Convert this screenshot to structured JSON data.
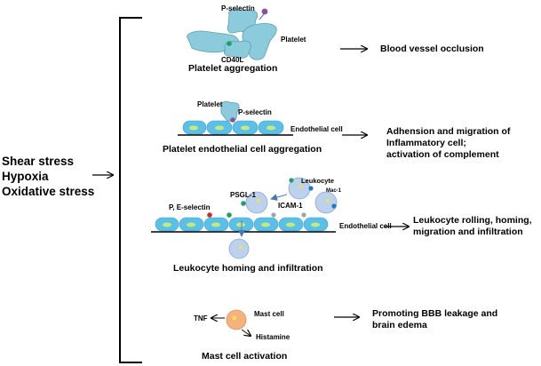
{
  "triggers": [
    "Shear stress",
    "Hypoxia",
    "Oxidative stress"
  ],
  "panels": {
    "platelet_aggregation": {
      "labels": {
        "p_selectin": "P-selectin",
        "cd40l": "CD40L",
        "platelet": "Platelet"
      },
      "caption": "Platelet aggregation",
      "outcome": "Blood vessel occlusion"
    },
    "platelet_endothelial": {
      "labels": {
        "platelet": "Platelet",
        "p_selectin": "P-selectin",
        "endothelial": "Endothelial cell"
      },
      "caption": "Platelet endothelial cell aggregation",
      "outcome_lines": [
        "Adhension and migration of",
        "Inflammatory cell;",
        "activation of complement"
      ]
    },
    "leukocyte": {
      "labels": {
        "leukocyte": "Leukocyte",
        "mac1": "Mac-1",
        "psgl1": "PSGL-1",
        "icam1": "ICAM-1",
        "pe_selectin": "P, E-selectin",
        "endothelial": "Endothelial cell"
      },
      "caption": "Leukocyte homing and infiltration",
      "outcome_lines": [
        "Leukocyte rolling, homing,",
        "migration and infiltration"
      ]
    },
    "mast_cell": {
      "labels": {
        "mast_cell": "Mast cell",
        "tnf": "TNF",
        "histamine": "Histamine"
      },
      "caption": "Mast cell activation",
      "outcome_lines": [
        "Promoting BBB leakage and",
        "brain edema"
      ]
    }
  },
  "colors": {
    "platelet": "#8ccbdc",
    "endothelial": "#5bc0e8",
    "nucleus": "#c9e87a",
    "leukocyte": "#bcd2ec",
    "leuk_nucleus": "#f2e05a",
    "mast": "#f6b27a",
    "red": "#cc2a2a",
    "green": "#1aa068",
    "blue": "#2576c7",
    "purple": "#8a4f9c"
  }
}
